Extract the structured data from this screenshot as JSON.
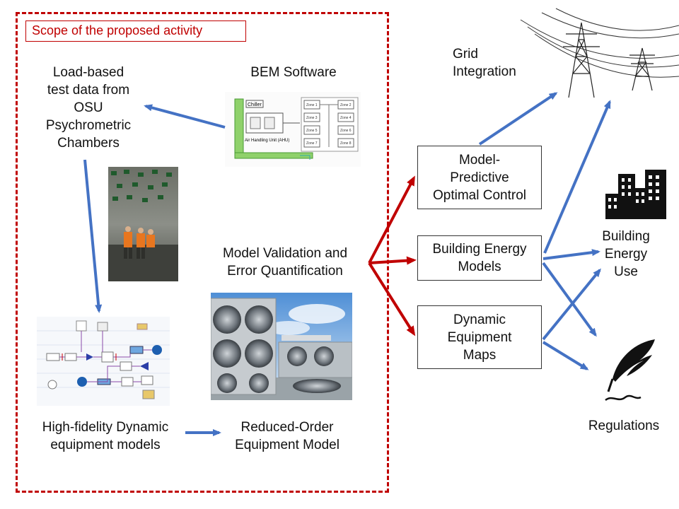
{
  "scope_title": "Scope of the proposed activity",
  "labels": {
    "load_based": [
      "Load-based",
      "test data from",
      "OSU",
      "Psychrometric",
      "Chambers"
    ],
    "bem_software": "BEM Software",
    "model_validation": [
      "Model Validation and",
      "Error Quantification"
    ],
    "high_fidelity": [
      "High-fidelity Dynamic",
      "equipment models"
    ],
    "reduced_order": [
      "Reduced-Order",
      "Equipment Model"
    ],
    "grid_integration": [
      "Grid",
      "Integration"
    ],
    "building_energy_use": [
      "Building",
      "Energy",
      "Use"
    ],
    "regulations": "Regulations"
  },
  "boxes": {
    "mpc": [
      "Model-",
      "Predictive",
      "Optimal Control"
    ],
    "bem_models": [
      "Building Energy",
      "Models"
    ],
    "dem": [
      "Dynamic",
      "Equipment",
      "Maps"
    ]
  },
  "bem_diagram": {
    "chiller": "Chiller",
    "ahu": "Air Handling Unit (AHU)",
    "zones": [
      "Zone 1",
      "Zone 2",
      "Zone 3",
      "Zone 4",
      "Zone 5",
      "Zone 6",
      "Zone 7",
      "Zone 8"
    ]
  },
  "colors": {
    "red": "#c00000",
    "blue": "#4472c4",
    "dark": "#111111"
  }
}
